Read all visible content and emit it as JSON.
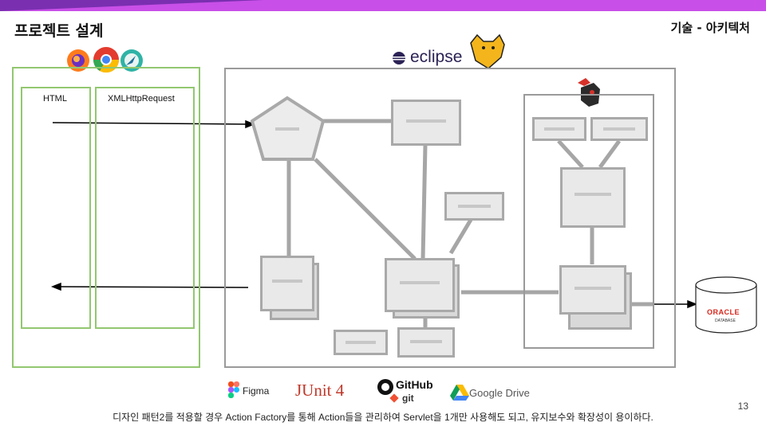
{
  "header": {
    "title": "프로젝트 설계",
    "subtitle": "기술 - 아키텍처"
  },
  "browser": {
    "columns": [
      "HTML",
      "XMLHttpRequest"
    ]
  },
  "logos": {
    "eclipse": "eclipse",
    "figma": "Figma",
    "junit": "JUnit 4",
    "github": "GitHub",
    "git": "git",
    "google_drive": "Google Drive",
    "oracle": "ORACLE",
    "database": "DATABASE"
  },
  "icons": [
    "firefox-icon",
    "chrome-icon",
    "safari-icon",
    "tomcat-icon",
    "redis-icon"
  ],
  "colors": {
    "accent_bar": "#c84fe8",
    "browser_border": "#92c770",
    "oracle_red": "#d8261c"
  },
  "footer": {
    "page_number": "13",
    "caption": "디자인 패턴2를 적용할 경우 Action Factory를 통해 Action들을 관리하여 Servlet을 1개만 사용해도 되고, 유지보수와 확장성이 용이하다."
  }
}
